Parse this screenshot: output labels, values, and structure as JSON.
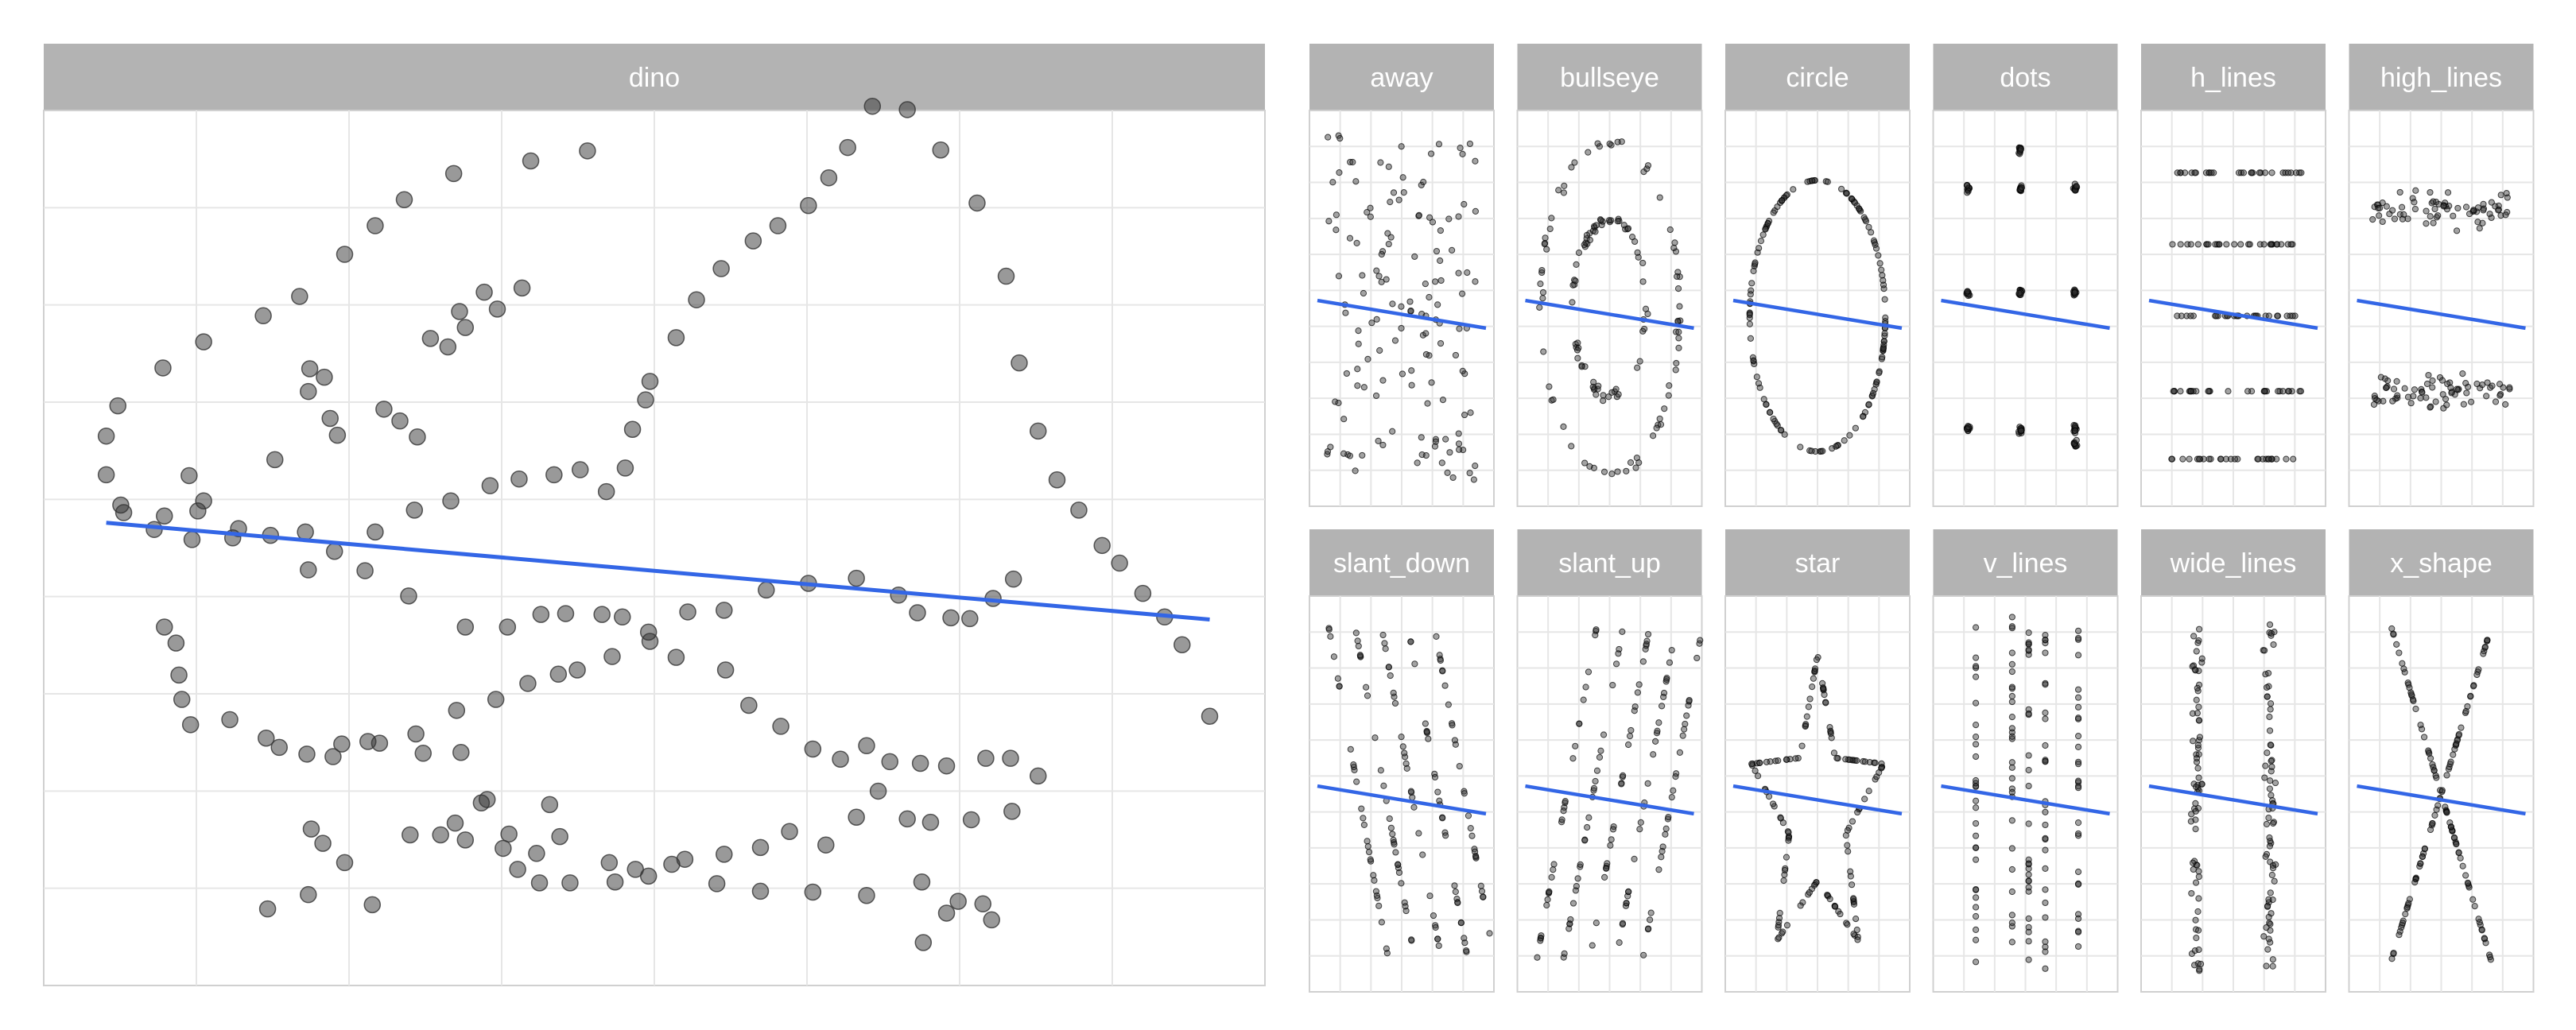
{
  "figure": {
    "point_color": "#333333",
    "fit_line_color": "#3366e6",
    "strip_color": "#b3b3b3",
    "grid_color": "#e6e6e6"
  },
  "chart_data": [
    {
      "type": "scatter",
      "title": "dino",
      "xlabel": "",
      "ylabel": "",
      "xlim": [
        18,
        102
      ],
      "ylim": [
        -2,
        102
      ],
      "grid": true,
      "fit_line": {
        "x": [
          22.3,
          98.2
        ],
        "y": [
          53.0,
          41.5
        ]
      },
      "points": [
        [
          55.4,
          97.2
        ],
        [
          51.5,
          96.0
        ],
        [
          46.2,
          94.5
        ],
        [
          42.8,
          91.4
        ],
        [
          40.8,
          88.3
        ],
        [
          38.7,
          84.9
        ],
        [
          35.6,
          79.9
        ],
        [
          33.1,
          77.6
        ],
        [
          29.0,
          74.5
        ],
        [
          26.2,
          71.4
        ],
        [
          23.1,
          66.9
        ],
        [
          22.3,
          63.3
        ],
        [
          22.3,
          58.7
        ],
        [
          23.3,
          55.1
        ],
        [
          25.6,
          52.2
        ],
        [
          28.2,
          51.0
        ],
        [
          31.0,
          51.2
        ],
        [
          33.6,
          51.5
        ],
        [
          36.0,
          51.9
        ],
        [
          38.0,
          49.6
        ],
        [
          40.8,
          51.9
        ],
        [
          43.5,
          54.5
        ],
        [
          46.0,
          55.6
        ],
        [
          48.7,
          57.4
        ],
        [
          50.7,
          58.2
        ],
        [
          53.1,
          58.7
        ],
        [
          54.9,
          59.3
        ],
        [
          56.7,
          56.7
        ],
        [
          58.0,
          59.5
        ],
        [
          58.5,
          64.1
        ],
        [
          59.4,
          67.6
        ],
        [
          59.7,
          69.8
        ],
        [
          61.5,
          75.0
        ],
        [
          62.9,
          79.5
        ],
        [
          64.6,
          83.2
        ],
        [
          66.8,
          86.5
        ],
        [
          68.5,
          88.3
        ],
        [
          70.6,
          90.7
        ],
        [
          72.0,
          94.0
        ],
        [
          73.3,
          97.6
        ],
        [
          75.0,
          102.5
        ],
        [
          77.4,
          102.1
        ],
        [
          79.7,
          97.3
        ],
        [
          82.2,
          91.0
        ],
        [
          84.2,
          82.3
        ],
        [
          85.1,
          72.0
        ],
        [
          86.4,
          63.9
        ],
        [
          87.7,
          58.1
        ],
        [
          89.2,
          54.5
        ],
        [
          90.8,
          50.3
        ],
        [
          92.0,
          48.2
        ],
        [
          93.6,
          44.6
        ],
        [
          95.1,
          41.8
        ],
        [
          96.3,
          38.5
        ],
        [
          98.2,
          30.0
        ],
        [
          36.2,
          68.6
        ],
        [
          36.3,
          71.3
        ],
        [
          37.3,
          70.3
        ],
        [
          37.7,
          65.4
        ],
        [
          38.2,
          63.4
        ],
        [
          41.4,
          66.5
        ],
        [
          42.5,
          65.1
        ],
        [
          43.7,
          63.2
        ],
        [
          44.6,
          74.9
        ],
        [
          45.8,
          73.9
        ],
        [
          46.6,
          78.1
        ],
        [
          47.0,
          76.2
        ],
        [
          48.3,
          80.4
        ],
        [
          49.2,
          78.4
        ],
        [
          50.9,
          80.9
        ],
        [
          33.9,
          60.5
        ],
        [
          29.0,
          55.6
        ],
        [
          28.0,
          58.6
        ],
        [
          23.5,
          54.2
        ],
        [
          26.3,
          53.8
        ],
        [
          28.6,
          54.4
        ],
        [
          31.4,
          52.3
        ],
        [
          36.2,
          47.4
        ],
        [
          40.1,
          47.3
        ],
        [
          43.1,
          44.3
        ],
        [
          47.0,
          40.6
        ],
        [
          49.9,
          40.6
        ],
        [
          52.2,
          42.1
        ],
        [
          53.9,
          42.2
        ],
        [
          56.4,
          42.1
        ],
        [
          57.8,
          41.8
        ],
        [
          59.6,
          40.0
        ],
        [
          61.5,
          37.0
        ],
        [
          64.9,
          35.5
        ],
        [
          66.5,
          31.3
        ],
        [
          68.7,
          28.8
        ],
        [
          70.9,
          26.1
        ],
        [
          72.8,
          24.9
        ],
        [
          74.6,
          26.5
        ],
        [
          76.2,
          24.6
        ],
        [
          78.3,
          24.4
        ],
        [
          80.1,
          24.1
        ],
        [
          82.8,
          25.0
        ],
        [
          84.5,
          25.0
        ],
        [
          86.4,
          22.9
        ],
        [
          34.2,
          26.3
        ],
        [
          37.9,
          25.2
        ],
        [
          40.3,
          27.0
        ],
        [
          43.6,
          27.9
        ],
        [
          46.4,
          30.7
        ],
        [
          49.1,
          32.0
        ],
        [
          51.3,
          33.9
        ],
        [
          53.4,
          35.0
        ],
        [
          54.7,
          35.5
        ],
        [
          57.1,
          37.1
        ],
        [
          59.7,
          38.9
        ],
        [
          62.3,
          42.4
        ],
        [
          64.8,
          42.6
        ],
        [
          67.7,
          45.0
        ],
        [
          70.6,
          45.8
        ],
        [
          73.9,
          46.4
        ],
        [
          76.8,
          44.4
        ],
        [
          78.1,
          42.3
        ],
        [
          80.4,
          41.7
        ],
        [
          81.7,
          41.6
        ],
        [
          83.3,
          44.0
        ],
        [
          84.7,
          46.3
        ],
        [
          26.3,
          40.6
        ],
        [
          27.1,
          38.7
        ],
        [
          27.3,
          34.9
        ],
        [
          27.5,
          32.0
        ],
        [
          28.1,
          29.0
        ],
        [
          30.8,
          29.6
        ],
        [
          33.3,
          27.4
        ],
        [
          36.1,
          25.5
        ],
        [
          38.5,
          26.7
        ],
        [
          41.1,
          26.8
        ],
        [
          44.1,
          25.6
        ],
        [
          46.7,
          25.7
        ],
        [
          48.5,
          20.1
        ],
        [
          50.0,
          16.0
        ],
        [
          50.6,
          11.8
        ],
        [
          52.1,
          10.2
        ],
        [
          54.2,
          10.2
        ],
        [
          57.3,
          10.3
        ],
        [
          59.6,
          11.0
        ],
        [
          62.1,
          13.0
        ],
        [
          64.8,
          13.6
        ],
        [
          67.3,
          14.4
        ],
        [
          69.3,
          16.3
        ],
        [
          71.8,
          14.7
        ],
        [
          73.9,
          18.0
        ],
        [
          75.4,
          21.1
        ],
        [
          77.4,
          17.8
        ],
        [
          79.0,
          17.4
        ],
        [
          81.8,
          17.7
        ],
        [
          84.6,
          18.7
        ],
        [
          78.4,
          10.3
        ],
        [
          80.9,
          8.0
        ],
        [
          83.2,
          5.8
        ],
        [
          78.5,
          3.1
        ],
        [
          80.1,
          6.6
        ],
        [
          82.6,
          7.7
        ],
        [
          74.6,
          8.7
        ],
        [
          70.9,
          9.1
        ],
        [
          67.3,
          9.2
        ],
        [
          64.3,
          10.1
        ],
        [
          61.2,
          12.4
        ],
        [
          58.7,
          11.8
        ],
        [
          56.9,
          12.6
        ],
        [
          53.5,
          15.7
        ],
        [
          51.9,
          13.7
        ],
        [
          48.1,
          19.7
        ],
        [
          46.3,
          17.3
        ],
        [
          49.6,
          14.3
        ],
        [
          47.0,
          15.3
        ],
        [
          45.3,
          15.9
        ],
        [
          43.2,
          15.9
        ],
        [
          52.8,
          19.5
        ],
        [
          40.6,
          7.6
        ],
        [
          38.7,
          12.6
        ],
        [
          37.2,
          14.9
        ],
        [
          33.4,
          7.1
        ],
        [
          36.4,
          16.6
        ],
        [
          36.2,
          8.8
        ]
      ]
    },
    {
      "type": "scatter",
      "title": "away",
      "grid": true
    },
    {
      "type": "scatter",
      "title": "bullseye",
      "grid": true
    },
    {
      "type": "scatter",
      "title": "circle",
      "grid": true
    },
    {
      "type": "scatter",
      "title": "dots",
      "grid": true
    },
    {
      "type": "scatter",
      "title": "h_lines",
      "grid": true
    },
    {
      "type": "scatter",
      "title": "high_lines",
      "grid": true
    },
    {
      "type": "scatter",
      "title": "slant_down",
      "grid": true
    },
    {
      "type": "scatter",
      "title": "slant_up",
      "grid": true
    },
    {
      "type": "scatter",
      "title": "star",
      "grid": true
    },
    {
      "type": "scatter",
      "title": "v_lines",
      "grid": true
    },
    {
      "type": "scatter",
      "title": "wide_lines",
      "grid": true
    },
    {
      "type": "scatter",
      "title": "x_shape",
      "grid": true
    }
  ]
}
